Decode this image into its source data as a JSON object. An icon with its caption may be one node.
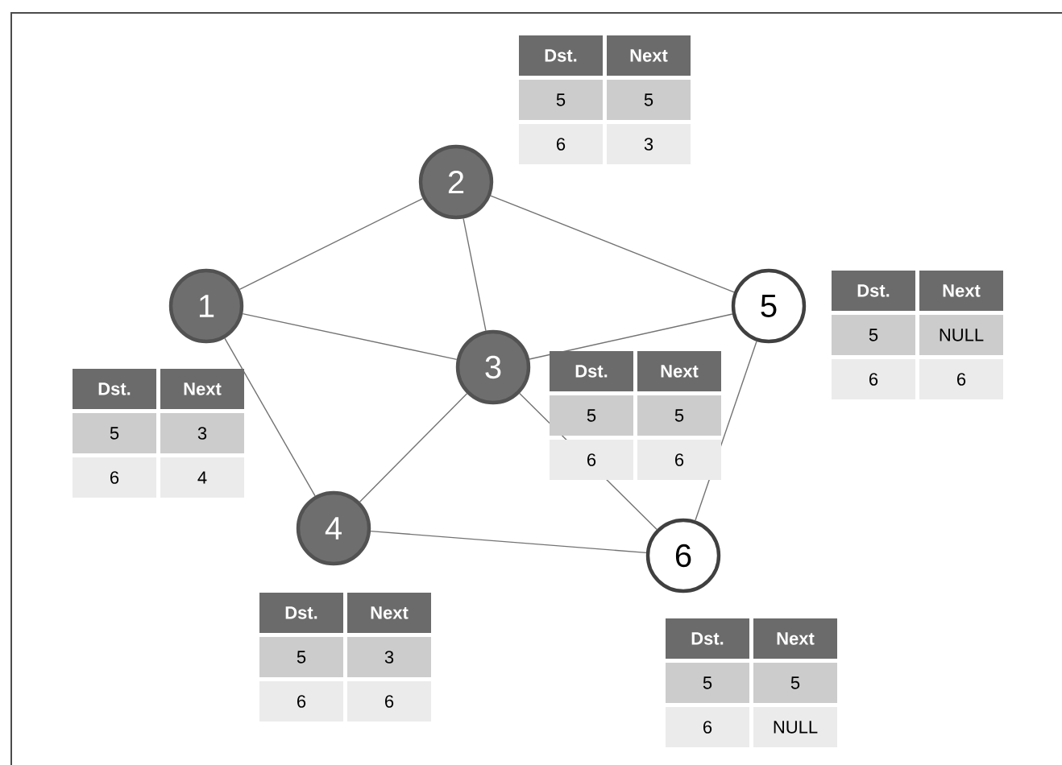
{
  "diagram": {
    "nodes": [
      {
        "text": [
          "1"
        ],
        "beside": [
          "Dst.",
          "Next",
          "5",
          "3",
          "6",
          "4"
        ]
      },
      {
        "text": [
          "2"
        ],
        "beside": [
          "Dst.",
          "Next",
          "5",
          "5",
          "6",
          "3"
        ]
      },
      {
        "text": [
          "3"
        ],
        "beside": [
          "Dst.",
          "Next",
          "5",
          "5",
          "6",
          "6"
        ]
      },
      {
        "text": [
          "4"
        ],
        "beside": [
          "Dst.",
          "Next",
          "5",
          "3",
          "6",
          "6"
        ]
      },
      {
        "text": [
          "5"
        ],
        "beside": [
          "Dst.",
          "Next",
          "5",
          "NULL",
          "6",
          "6"
        ]
      },
      {
        "text": [
          "6"
        ],
        "beside": [
          "Dst.",
          "Next",
          "5",
          "5",
          "6",
          "NULL"
        ]
      }
    ],
    "edges": [
      {
        "from": 0,
        "to": 1,
        "arrow": "none"
      },
      {
        "from": 1,
        "to": 4,
        "arrow": "none"
      },
      {
        "from": 1,
        "to": 2,
        "arrow": "none"
      },
      {
        "from": 0,
        "to": 2,
        "arrow": "none"
      },
      {
        "from": 0,
        "to": 3,
        "arrow": "none"
      },
      {
        "from": 2,
        "to": 4,
        "arrow": "none"
      },
      {
        "from": 2,
        "to": 3,
        "arrow": "none"
      },
      {
        "from": 2,
        "to": 5,
        "arrow": "none"
      },
      {
        "from": 4,
        "to": 5,
        "arrow": "none"
      },
      {
        "from": 3,
        "to": 5,
        "arrow": "none"
      }
    ]
  }
}
